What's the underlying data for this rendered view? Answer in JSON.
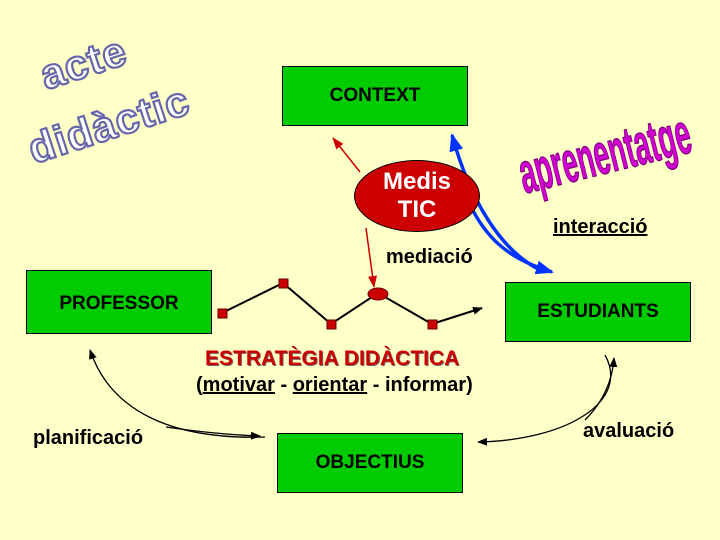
{
  "title": {
    "line1": "acte",
    "line2": "didàctic"
  },
  "nodes": {
    "context": "CONTEXT",
    "professor": "PROFESSOR",
    "estudiants": "ESTUDIANTS",
    "objectius": "OBJECTIUS",
    "media": [
      "Medis",
      "TIC"
    ]
  },
  "labels": {
    "aprenentatge": "aprenentatge",
    "interaccio": "interacció",
    "mediacio": "mediació",
    "planificacio": "planificació",
    "avaluacio": "avaluació"
  },
  "strategy": {
    "title": "ESTRATÈGIA DIDÀCTICA",
    "open": "(",
    "item1": "motivar",
    "sep1": " - ",
    "item2": "orientar",
    "sep2": " - ",
    "item3": "informar",
    "close": ")"
  },
  "colors": {
    "background": "#ffffc8",
    "box_fill": "#00cc00",
    "media_fill": "#cc0000",
    "strategy_text": "#cc0000",
    "wordart_fill": "#d000d0",
    "arrow_blue": "#0033ff",
    "arrow_red": "#cc0000",
    "zigzag_marker": "#cc0000"
  }
}
